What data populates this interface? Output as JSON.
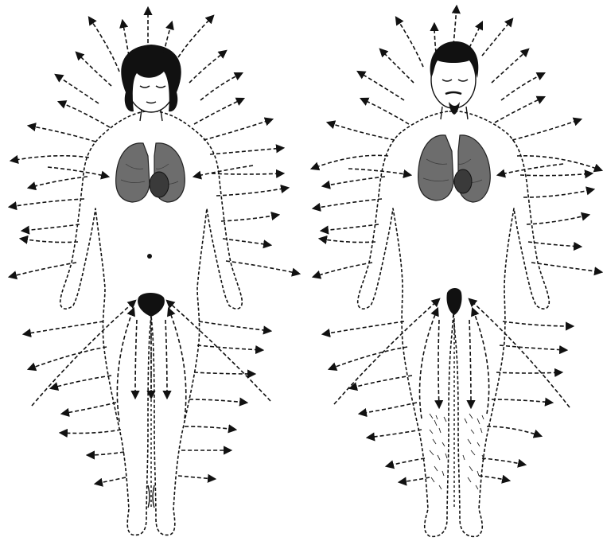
{
  "figures": [
    {
      "id": "female",
      "hair": "short-bob",
      "body_hair_on_legs": false
    },
    {
      "id": "male",
      "hair": "short",
      "body_hair_on_legs": true,
      "facial_hair": "goatee"
    }
  ],
  "features": [
    "radiating-dashed-arrows",
    "dashed-body-outline",
    "lungs",
    "heart",
    "inward-arrows-to-groin",
    "downward-arrows-along-legs"
  ],
  "colors": {
    "ink": "#111111",
    "organ": "#6d6d6d",
    "background": "#ffffff"
  }
}
